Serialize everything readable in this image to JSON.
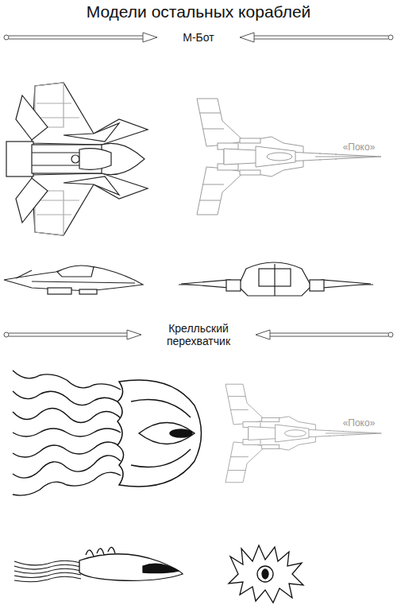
{
  "diagram": {
    "title": "Модели остальных кораблей",
    "labels": [
      "М-Бот",
      "«Поко»",
      "Крелльский перехватчик",
      "«Поко»"
    ]
  }
}
